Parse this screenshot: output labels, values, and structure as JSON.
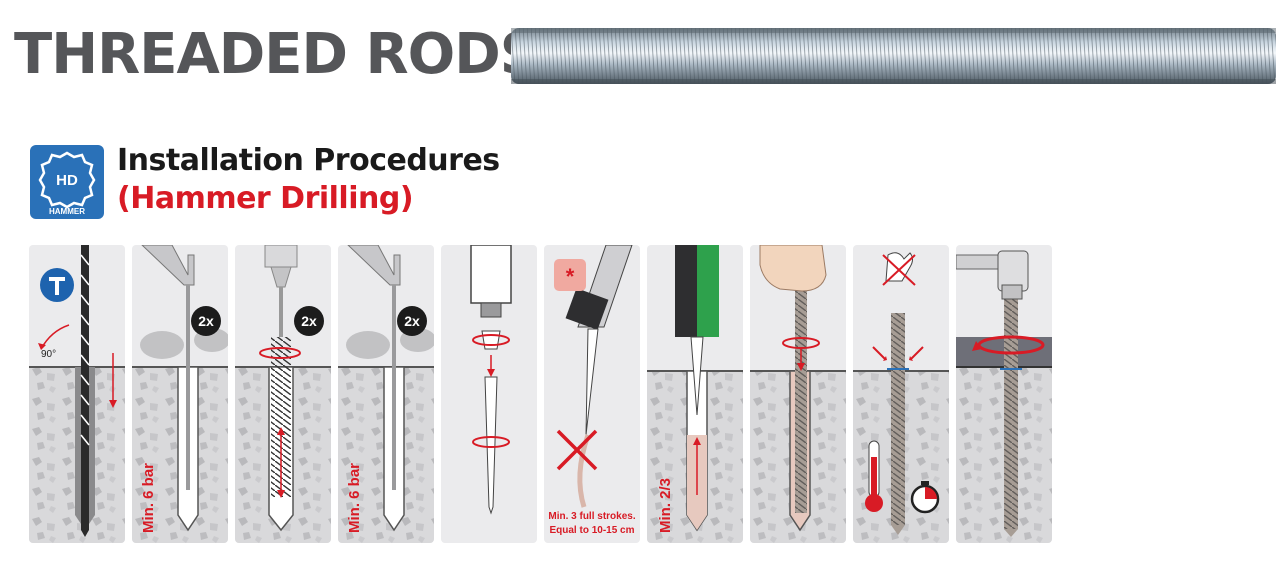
{
  "header": {
    "title": "THREADED RODS"
  },
  "section": {
    "title": "Installation Procedures",
    "subtitle": "(Hammer Drilling)",
    "badge": {
      "code": "HD",
      "label": "HAMMER",
      "color": "#2a71b8"
    }
  },
  "steps": {
    "s1": {
      "angle": "90°",
      "symbol": "T"
    },
    "s2": {
      "vertical": "Min. 6 bar",
      "count": "2x"
    },
    "s3": {
      "count": "2x"
    },
    "s4": {
      "vertical": "Min. 6 bar",
      "count": "2x"
    },
    "s6": {
      "note1": "Min. 3 full strokes.",
      "note2": "Equal to 10-15 cm",
      "mark": "*"
    },
    "s7": {
      "vertical": "Min. 2/3"
    }
  },
  "colors": {
    "accent": "#d81b25",
    "title": "#555659",
    "panel": "#ebebed",
    "badge": "#2a71b8"
  }
}
